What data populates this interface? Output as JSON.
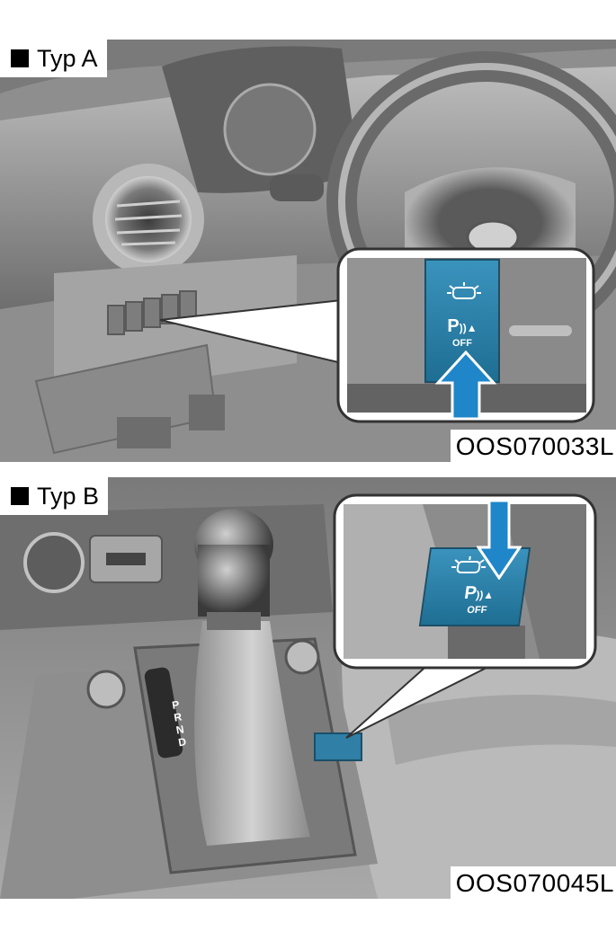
{
  "figures": [
    {
      "label": "Typ A",
      "code": "OOS070033L",
      "button": {
        "top": "P",
        "bottom": "OFF",
        "icon": "park-assist-icon"
      }
    },
    {
      "label": "Typ B",
      "code": "OOS070045L",
      "button": {
        "top": "P",
        "bottom": "OFF",
        "icon": "park-assist-icon"
      },
      "gear_letters": [
        "P",
        "R",
        "N",
        "D"
      ]
    }
  ],
  "colors": {
    "button_blue": "#2f7fa6",
    "arrow_blue": "#1f86c9",
    "interior_gray": "#9a9a9a"
  }
}
